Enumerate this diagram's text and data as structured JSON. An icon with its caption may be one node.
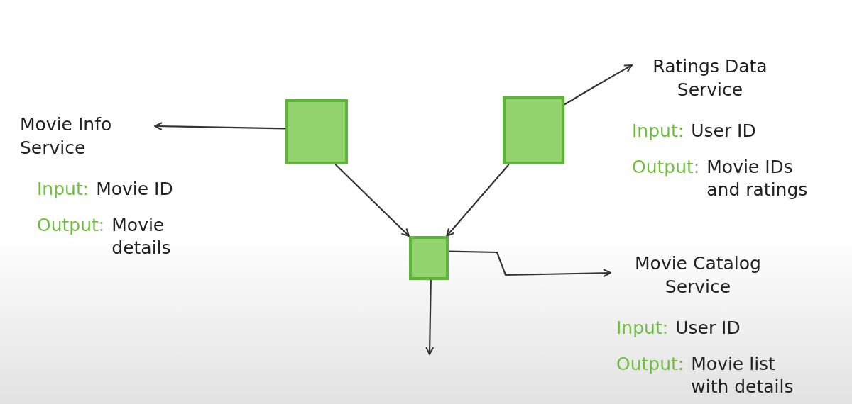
{
  "diagram": {
    "nodes": [
      {
        "text": [],
        "shape": "box"
      },
      {
        "text": [],
        "shape": "box"
      },
      {
        "text": [],
        "shape": "box"
      },
      {
        "text": [
          "Movie Info Service",
          "Input:",
          "Movie ID",
          "Output:",
          "Movie details"
        ]
      },
      {
        "text": [
          "Ratings Data Service",
          "Input:",
          "User ID",
          "Output:",
          "Movie IDs and ratings"
        ]
      },
      {
        "text": [
          "Movie Catalog Service",
          "Input:",
          "User ID",
          "Output:",
          "Movie list with details"
        ]
      }
    ],
    "edges": [
      {
        "from": 0,
        "to": 3,
        "arrow": "to"
      },
      {
        "from": 1,
        "to": 4,
        "arrow": "to"
      },
      {
        "from": 0,
        "to": 2,
        "arrow": "to"
      },
      {
        "from": 1,
        "to": 2,
        "arrow": "to"
      },
      {
        "from": 2,
        "to": 5,
        "arrow": "to"
      },
      {
        "from": 2,
        "to": null,
        "arrow": "to"
      }
    ]
  }
}
